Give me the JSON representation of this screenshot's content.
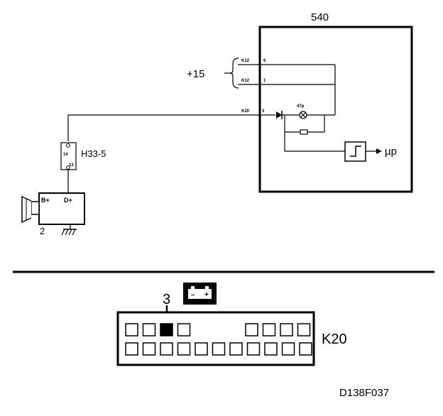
{
  "diagram": {
    "control_module": {
      "label": "540",
      "output_label": "µp",
      "lamp_label": "47p"
    },
    "supply": {
      "label": "+15"
    },
    "pins": [
      {
        "wire": "K12",
        "pin": "6"
      },
      {
        "wire": "K12",
        "pin": "1"
      },
      {
        "wire": "K20",
        "pin": "3"
      }
    ],
    "fuse_connector": {
      "label": "H33-5",
      "top_pin": "14",
      "bottom_pin": "13"
    },
    "alternator": {
      "label": "2",
      "b_plus": "B+",
      "d_plus": "D+"
    },
    "connector_view": {
      "highlight_pin": "3",
      "name": "K20",
      "battery_icon": "battery-icon",
      "battery_minus": "–",
      "battery_plus": "+",
      "top_row_left_cavities": 4,
      "top_row_right_cavities": 4,
      "bottom_row_cavities": 11,
      "highlighted_cavity_index": 2
    },
    "reference": "D138F037"
  }
}
